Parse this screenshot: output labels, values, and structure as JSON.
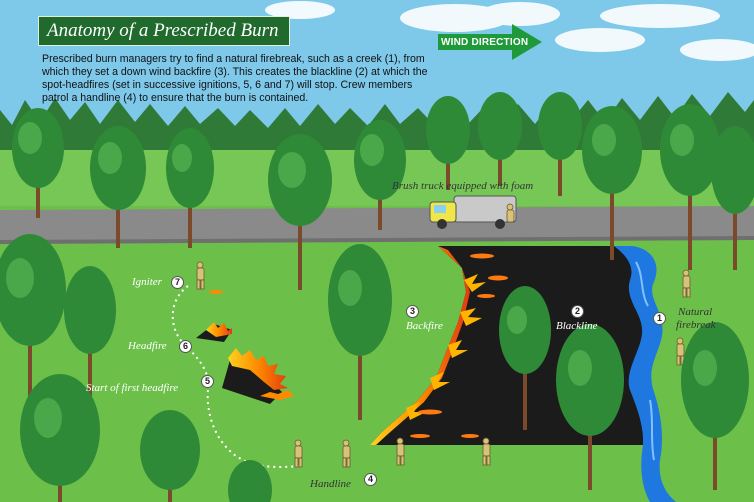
{
  "header": {
    "title": "Anatomy of a Prescribed Burn",
    "intro": "Prescribed burn managers try to find a natural firebreak, such as a creek (1), from which they set a down wind backfire (3). This creates the blackline (2) at which the spot-headfires (set in successive ignitions, 5, 6 and 7) will stop. Crew members patrol a handline (4) to ensure that the burn is contained."
  },
  "wind": {
    "label": "WIND DIRECTION"
  },
  "labels": {
    "truck": "Brush truck equipped with foam",
    "igniter": "Igniter",
    "headfire": "Headfire",
    "first_headfire": "Start of first headfire",
    "handline": "Handline",
    "backfire": "Backfire",
    "blackline": "Blackline",
    "natural": "Natural",
    "firebreak": "firebreak"
  },
  "numbers": {
    "n1": "1",
    "n2": "2",
    "n3": "3",
    "n4": "4",
    "n5": "5",
    "n6": "6",
    "n7": "7"
  },
  "colors": {
    "sky": "#7ec8ea",
    "grass": "#6cc04a",
    "road": "#8a8a8a",
    "burned": "#1b1b1b",
    "creek": "#1f78e0",
    "title_bg": "#1f6a2c",
    "fire": "#ff8a00"
  }
}
